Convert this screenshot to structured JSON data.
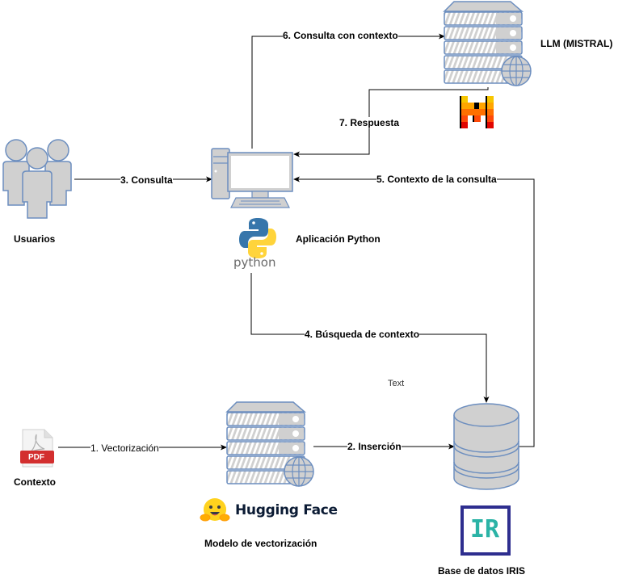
{
  "nodes": {
    "llm": {
      "label": "LLM (MISTRAL)",
      "icon": "server-globe-icon",
      "logo": "mistral-logo-icon"
    },
    "users": {
      "label": "Usuarios",
      "icon": "users-group-icon"
    },
    "app": {
      "label": "Aplicación Python",
      "icon": "desktop-computer-icon",
      "logo": "python-logo-icon",
      "logo_text": "python"
    },
    "context": {
      "label": "Contexto",
      "icon": "pdf-file-icon",
      "icon_text": "PDF"
    },
    "vectorizer": {
      "label": "Modelo de vectorización",
      "icon": "server-globe-icon",
      "logo": "hugging-face-logo-icon",
      "logo_text": "Hugging Face"
    },
    "database": {
      "label": "Base de datos IRIS",
      "icon": "database-cylinder-icon",
      "logo": "iris-logo-icon",
      "logo_text": "IR"
    }
  },
  "edges": [
    {
      "id": "e1",
      "label": "1. Vectorización",
      "from": "context",
      "to": "vectorizer"
    },
    {
      "id": "e2",
      "label": "2. Inserción",
      "from": "vectorizer",
      "to": "database"
    },
    {
      "id": "e3",
      "label": "3. Consulta",
      "from": "users",
      "to": "app"
    },
    {
      "id": "e4",
      "label": "4. Búsqueda de contexto",
      "from": "app",
      "to": "database"
    },
    {
      "id": "e5",
      "label": "5. Contexto de la consulta",
      "from": "database",
      "to": "app"
    },
    {
      "id": "e6",
      "label": "6. Consulta con contexto",
      "from": "app",
      "to": "llm"
    },
    {
      "id": "e7",
      "label": "7. Respuesta",
      "from": "llm",
      "to": "app"
    }
  ],
  "stray_text": "Text",
  "colors": {
    "icon_fill": "#d0d0d0",
    "icon_stroke": "#6c8ebf",
    "edge": "#000000",
    "iris_border": "#2e2e8f",
    "iris_text": "#2bb3a6",
    "pdf_red": "#d32f2f",
    "python_blue": "#3776ab",
    "python_yellow": "#ffd43b"
  }
}
